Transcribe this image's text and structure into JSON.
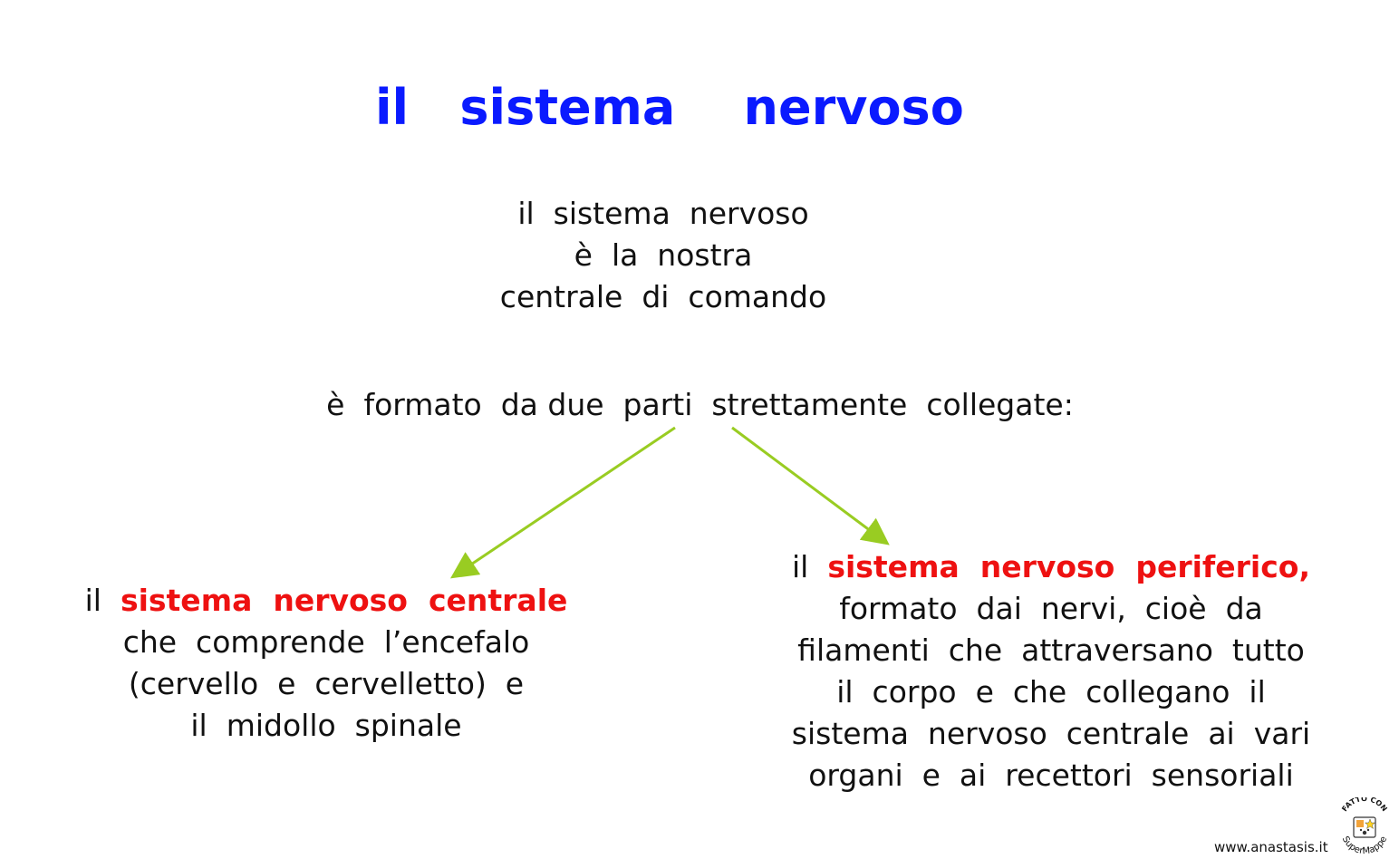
{
  "title": "il   sistema    nervoso",
  "intro": {
    "line1": "il  sistema  nervoso",
    "line2": "è  la  nostra",
    "line3": "centrale  di  comando"
  },
  "formato": "è  formato  da due  parti  strettamente  collegate:",
  "left": {
    "prefix": "il  ",
    "highlight": "sistema  nervoso  centrale",
    "line2": "che  comprende  l’encefalo",
    "line3": "(cervello  e  cervelletto)  e",
    "line4": "il  midollo  spinale"
  },
  "right": {
    "prefix": "il  ",
    "highlight": "sistema  nervoso  periferico,",
    "line2": "formato  dai  nervi,  cioè  da",
    "line3": "filamenti  che  attraversano  tutto",
    "line4": "il  corpo  e  che  collegano  il",
    "line5": "sistema  nervoso  centrale  ai  vari",
    "line6": "organi  e  ai  recettori  sensoriali"
  },
  "footer": {
    "website": "www.anastasis.it",
    "logo_top_text": "FATTO CON",
    "logo_bottom_text": "SuperMappe"
  },
  "colors": {
    "title": "#0a1aff",
    "highlight": "#ee1111",
    "arrow": "#99cc22",
    "text": "#111111"
  }
}
